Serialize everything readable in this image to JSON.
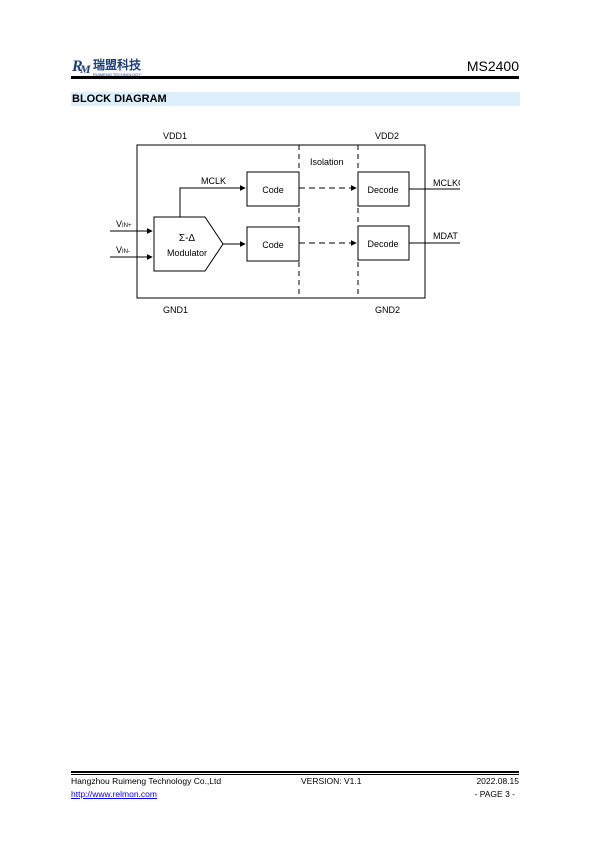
{
  "header": {
    "logo_text": "瑞盟科技",
    "logo_subtext": "RUIMENG TECHNOLOGY",
    "doc_title": "MS2400"
  },
  "section": {
    "title": "BLOCK DIAGRAM"
  },
  "diagram": {
    "vdd1": "VDD1",
    "vdd2": "VDD2",
    "gnd1": "GND1",
    "gnd2": "GND2",
    "isolation": "Isolation",
    "mclk": "MCLK",
    "modulator_line1": "Σ-Δ",
    "modulator_line2": "Modulator",
    "code_top": "Code",
    "code_bottom": "Code",
    "decode_top": "Decode",
    "decode_bottom": "Decode",
    "vin_plus_main": "V",
    "vin_plus_sub": "IN+",
    "vin_minus_main": "V",
    "vin_minus_sub": "IN-",
    "mclkout": "MCLKOUT",
    "mdat": "MDAT"
  },
  "footer": {
    "company": "Hangzhou Ruimeng Technology Co.,Ltd",
    "version": "VERSION: V1.1",
    "date": "2022.08.15",
    "url": "http://www.relmon.com",
    "page": "- PAGE 3 -"
  }
}
